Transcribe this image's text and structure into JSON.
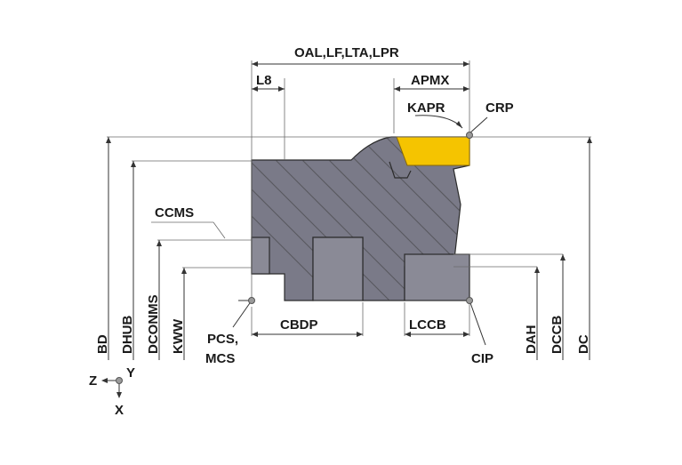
{
  "colors": {
    "body": "#7a7a88",
    "pocket": "#8a8a96",
    "insert": "#f5c400",
    "lines": "#333333",
    "points": "#888888"
  },
  "labels": {
    "oal": "OAL,LF,LTA,LPR",
    "l8": "L8",
    "apmx": "APMX",
    "kapr": "KAPR",
    "crp": "CRP",
    "ccms": "CCMS",
    "cbdp": "CBDP",
    "lccb": "LCCB",
    "pcs": "PCS,",
    "mcs": "MCS",
    "cip": "CIP",
    "bd": "BD",
    "dhub": "DHUB",
    "dconms": "DCONMS",
    "kww": "KWW",
    "dah": "DAH",
    "dccb": "DCCB",
    "dc": "DC",
    "axis_z": "Z",
    "axis_y": "Y",
    "axis_x": "X"
  }
}
